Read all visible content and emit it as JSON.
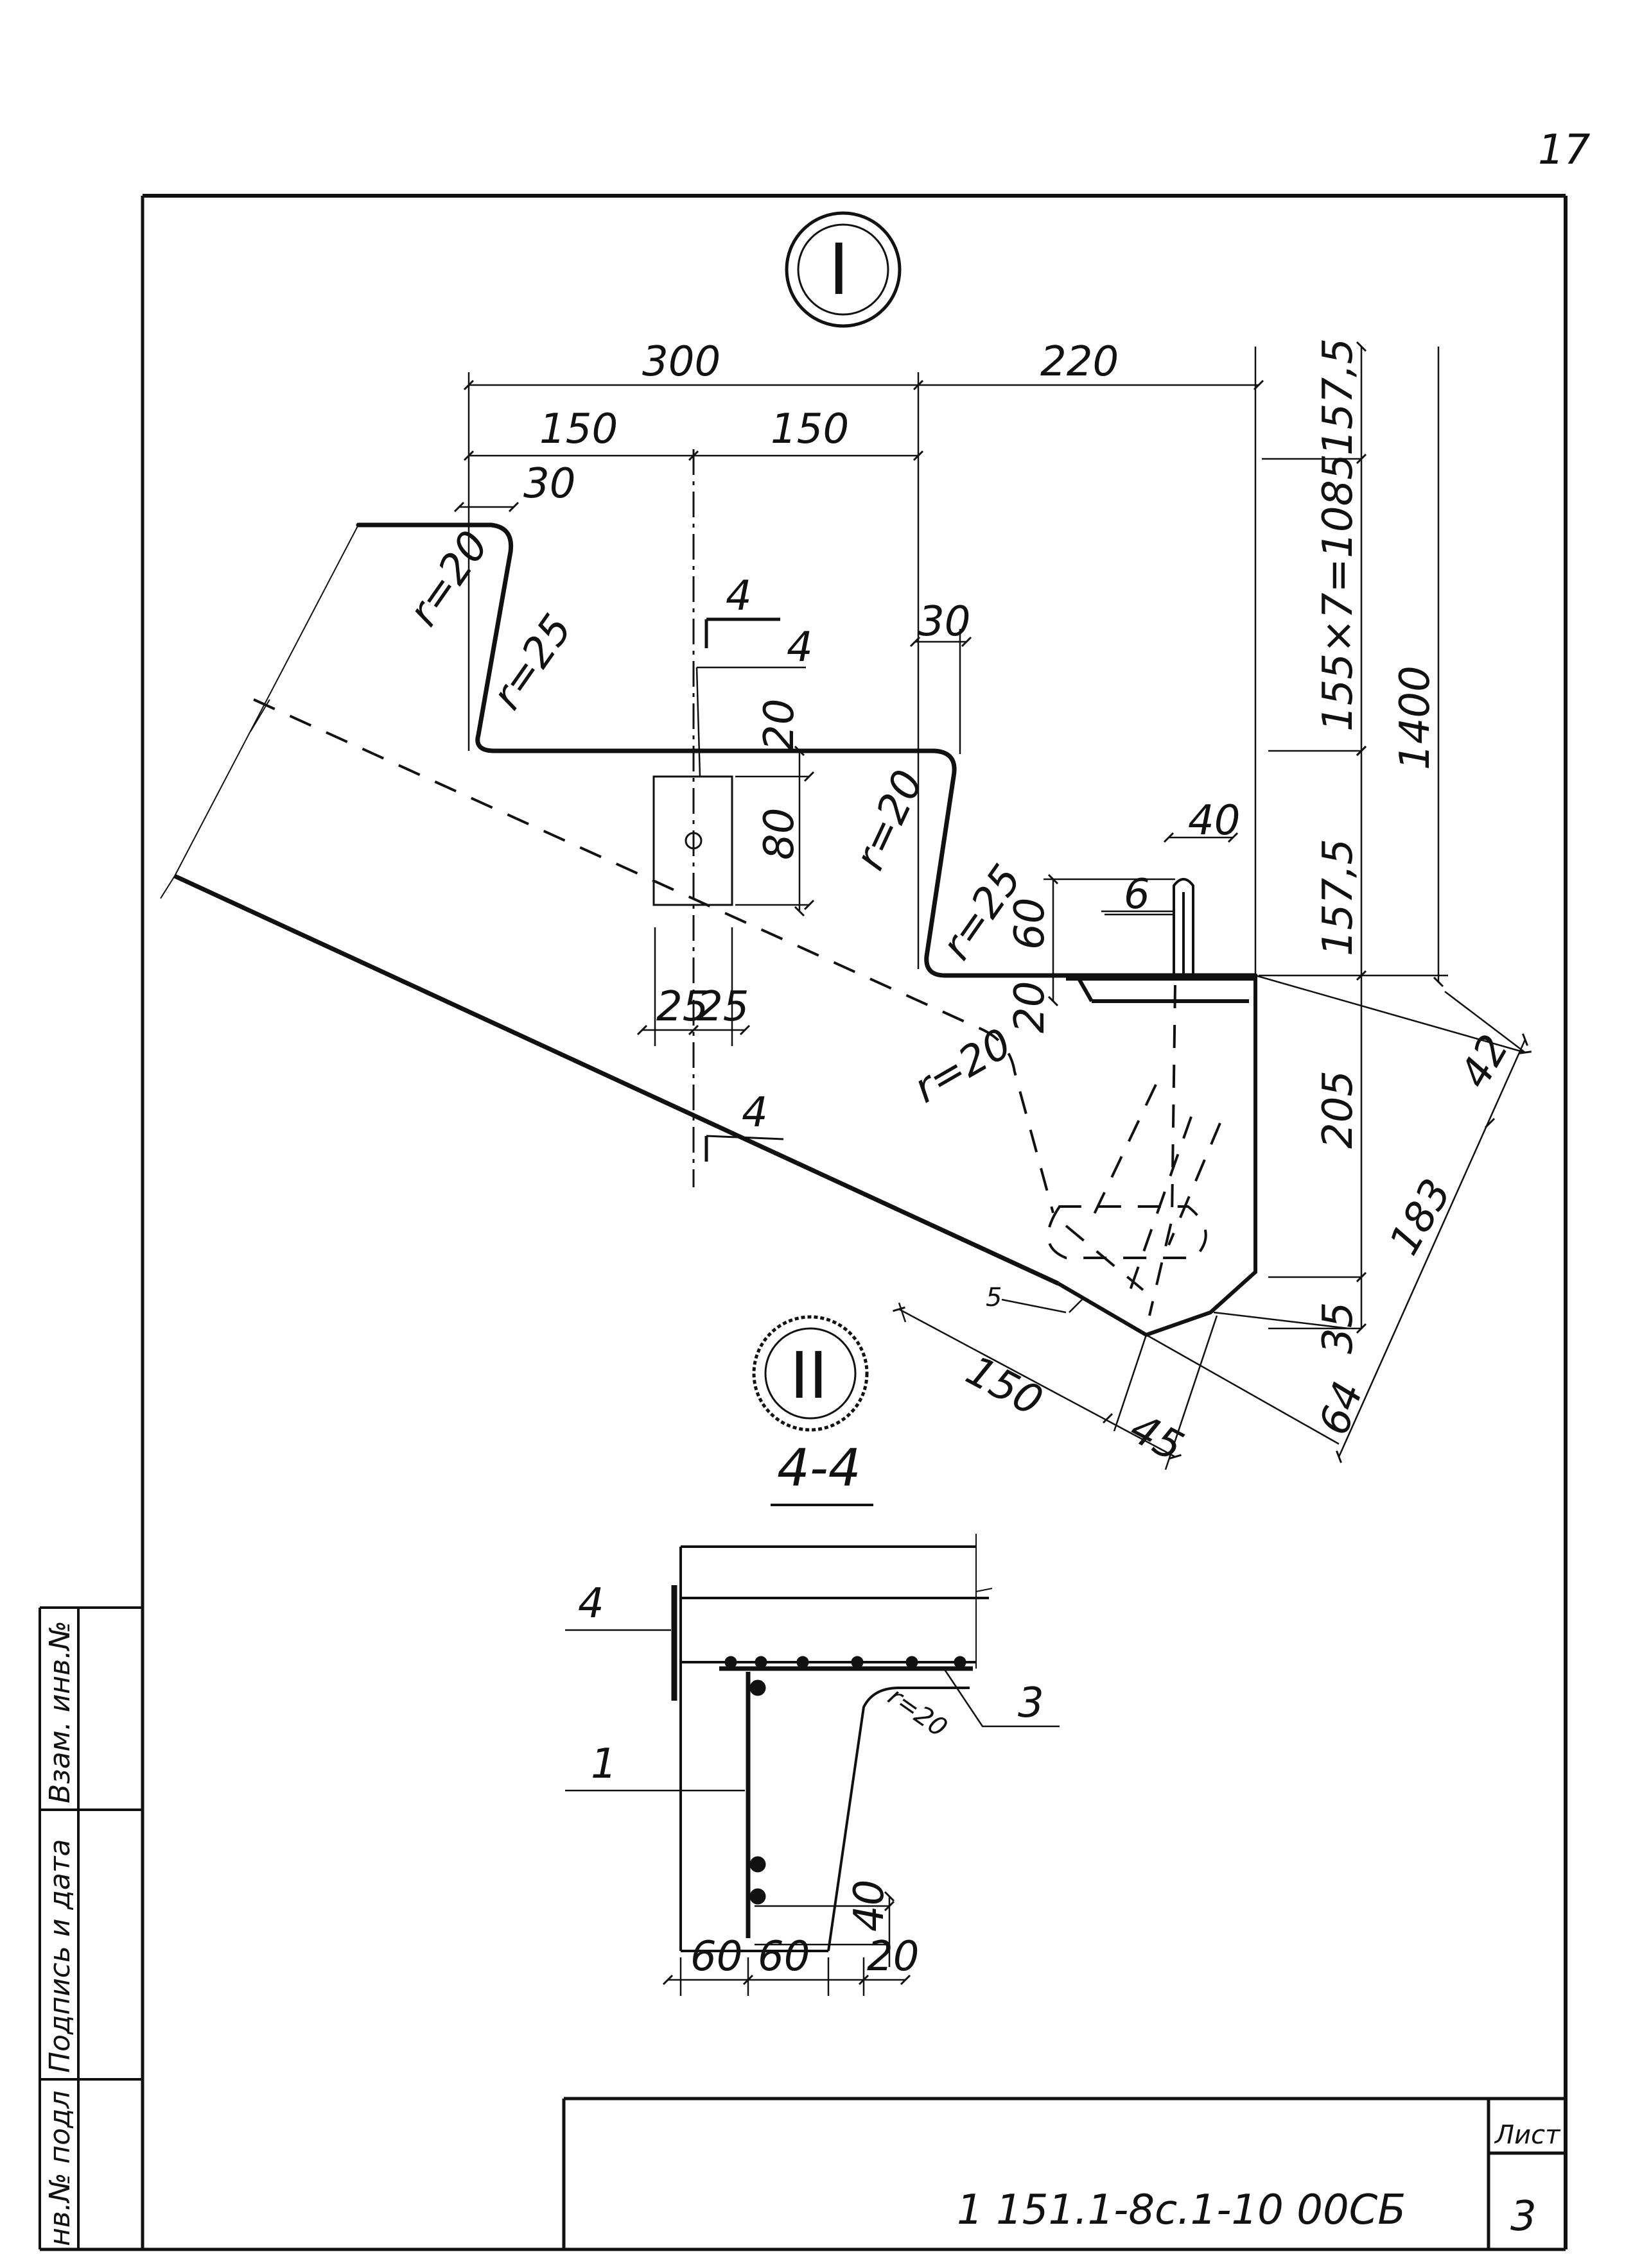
{
  "page_number": "17",
  "node_I": {
    "label": "I"
  },
  "node_II": {
    "label": "II"
  },
  "section_title": "4-4",
  "view_I": {
    "dims": {
      "d300": "300",
      "d220": "220",
      "d150a": "150",
      "d150b": "150",
      "d30a": "30",
      "d30b": "30",
      "d1575top": "157,5",
      "d1085": "155×7=1085",
      "d1575mid": "157,5",
      "d1400": "1400",
      "d20a": "20",
      "d80": "80",
      "d25a": "25",
      "d25b": "25",
      "d40": "40",
      "d60": "60",
      "d20b": "20",
      "d205": "205",
      "d42": "42",
      "d183": "183",
      "d35": "35",
      "d64": "64",
      "d150c": "150",
      "d45": "45"
    },
    "radii": {
      "r20a": "r=20",
      "r25a": "r=25",
      "r20b": "r=20",
      "r25b": "r=25",
      "r20c": "r=20"
    },
    "callouts": {
      "c4": "4",
      "c6": "6",
      "c5": "5",
      "cut_top": "4",
      "cut_bottom": "4"
    }
  },
  "section_4_4": {
    "callouts": {
      "c4": "4",
      "c1": "1",
      "c3": "3"
    },
    "radius": "r=20",
    "dims": {
      "d60a": "60",
      "d60b": "60",
      "d20": "20",
      "d40": "40"
    }
  },
  "side_stamp": {
    "inv_orig": "нв.№ подл",
    "sign_date": "Подпись и дата",
    "inv_replace": "Взам. инв.№"
  },
  "title_block": {
    "doc_code": "1 151.1-8с.1-10 00СБ",
    "sheet_label": "Лист",
    "sheet_number": "3"
  }
}
